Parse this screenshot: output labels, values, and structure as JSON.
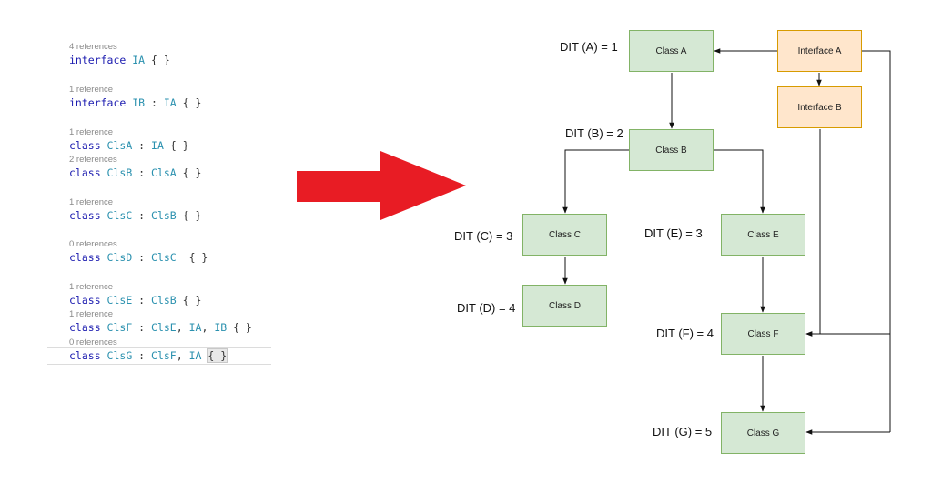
{
  "code": [
    {
      "refs": "4 references",
      "line": [
        {
          "t": "interface",
          "c": "kw"
        },
        {
          "t": " IA",
          "c": "ty"
        },
        {
          "t": " { }",
          "c": "pu"
        }
      ]
    },
    {
      "refs": "1 reference",
      "line": [
        {
          "t": "interface",
          "c": "kw"
        },
        {
          "t": " IB",
          "c": "ty"
        },
        {
          "t": " : ",
          "c": "pu"
        },
        {
          "t": "IA",
          "c": "ty"
        },
        {
          "t": " { }",
          "c": "pu"
        }
      ]
    },
    {
      "refs": "1 reference",
      "line": [
        {
          "t": "class",
          "c": "kw"
        },
        {
          "t": " ClsA",
          "c": "ty"
        },
        {
          "t": " : ",
          "c": "pu"
        },
        {
          "t": "IA",
          "c": "ty"
        },
        {
          "t": " { }",
          "c": "pu"
        }
      ]
    },
    {
      "refs": "2 references",
      "line": [
        {
          "t": "class",
          "c": "kw"
        },
        {
          "t": " ClsB",
          "c": "ty"
        },
        {
          "t": " : ",
          "c": "pu"
        },
        {
          "t": "ClsA",
          "c": "ty"
        },
        {
          "t": " { }",
          "c": "pu"
        }
      ]
    },
    {
      "refs": "1 reference",
      "line": [
        {
          "t": "class",
          "c": "kw"
        },
        {
          "t": " ClsC",
          "c": "ty"
        },
        {
          "t": " : ",
          "c": "pu"
        },
        {
          "t": "ClsB",
          "c": "ty"
        },
        {
          "t": " { }",
          "c": "pu"
        }
      ]
    },
    {
      "refs": "0 references",
      "line": [
        {
          "t": "class",
          "c": "kw"
        },
        {
          "t": " ClsD",
          "c": "ty"
        },
        {
          "t": " : ",
          "c": "pu"
        },
        {
          "t": "ClsC",
          "c": "ty"
        },
        {
          "t": "  { }",
          "c": "pu"
        }
      ]
    },
    {
      "refs": "1 reference",
      "line": [
        {
          "t": "class",
          "c": "kw"
        },
        {
          "t": " ClsE",
          "c": "ty"
        },
        {
          "t": " : ",
          "c": "pu"
        },
        {
          "t": "ClsB",
          "c": "ty"
        },
        {
          "t": " { }",
          "c": "pu"
        }
      ]
    },
    {
      "refs": "1 reference",
      "line": [
        {
          "t": "class",
          "c": "kw"
        },
        {
          "t": " ClsF",
          "c": "ty"
        },
        {
          "t": " : ",
          "c": "pu"
        },
        {
          "t": "ClsE",
          "c": "ty"
        },
        {
          "t": ", ",
          "c": "pu"
        },
        {
          "t": "IA",
          "c": "ty"
        },
        {
          "t": ", ",
          "c": "pu"
        },
        {
          "t": "IB",
          "c": "ty"
        },
        {
          "t": " { }",
          "c": "pu"
        }
      ]
    },
    {
      "refs": "0 references",
      "line": [
        {
          "t": "class",
          "c": "kw"
        },
        {
          "t": " ClsG",
          "c": "ty"
        },
        {
          "t": " : ",
          "c": "pu"
        },
        {
          "t": "ClsF",
          "c": "ty"
        },
        {
          "t": ", ",
          "c": "pu"
        },
        {
          "t": "IA",
          "c": "ty"
        },
        {
          "t": " ",
          "c": "pu"
        },
        {
          "t": "{ }",
          "c": "brace"
        }
      ]
    }
  ],
  "diagram": {
    "nodes": {
      "class_a": "Class A",
      "class_b": "Class B",
      "class_c": "Class C",
      "class_d": "Class D",
      "class_e": "Class E",
      "class_f": "Class F",
      "class_g": "Class G",
      "interface_a": "Interface A",
      "interface_b": "Interface B"
    },
    "dit": {
      "a": "DIT (A) = 1",
      "b": "DIT (B) = 2",
      "c": "DIT (C) = 3",
      "d": "DIT (D) = 4",
      "e": "DIT (E) = 3",
      "f": "DIT (F) = 4",
      "g": "DIT (G) = 5"
    }
  },
  "colors": {
    "arrow": "#e81c24",
    "class_fill": "#d5e8d4",
    "class_border": "#82b366",
    "interface_fill": "#ffe6cc",
    "interface_border": "#d79b00"
  }
}
